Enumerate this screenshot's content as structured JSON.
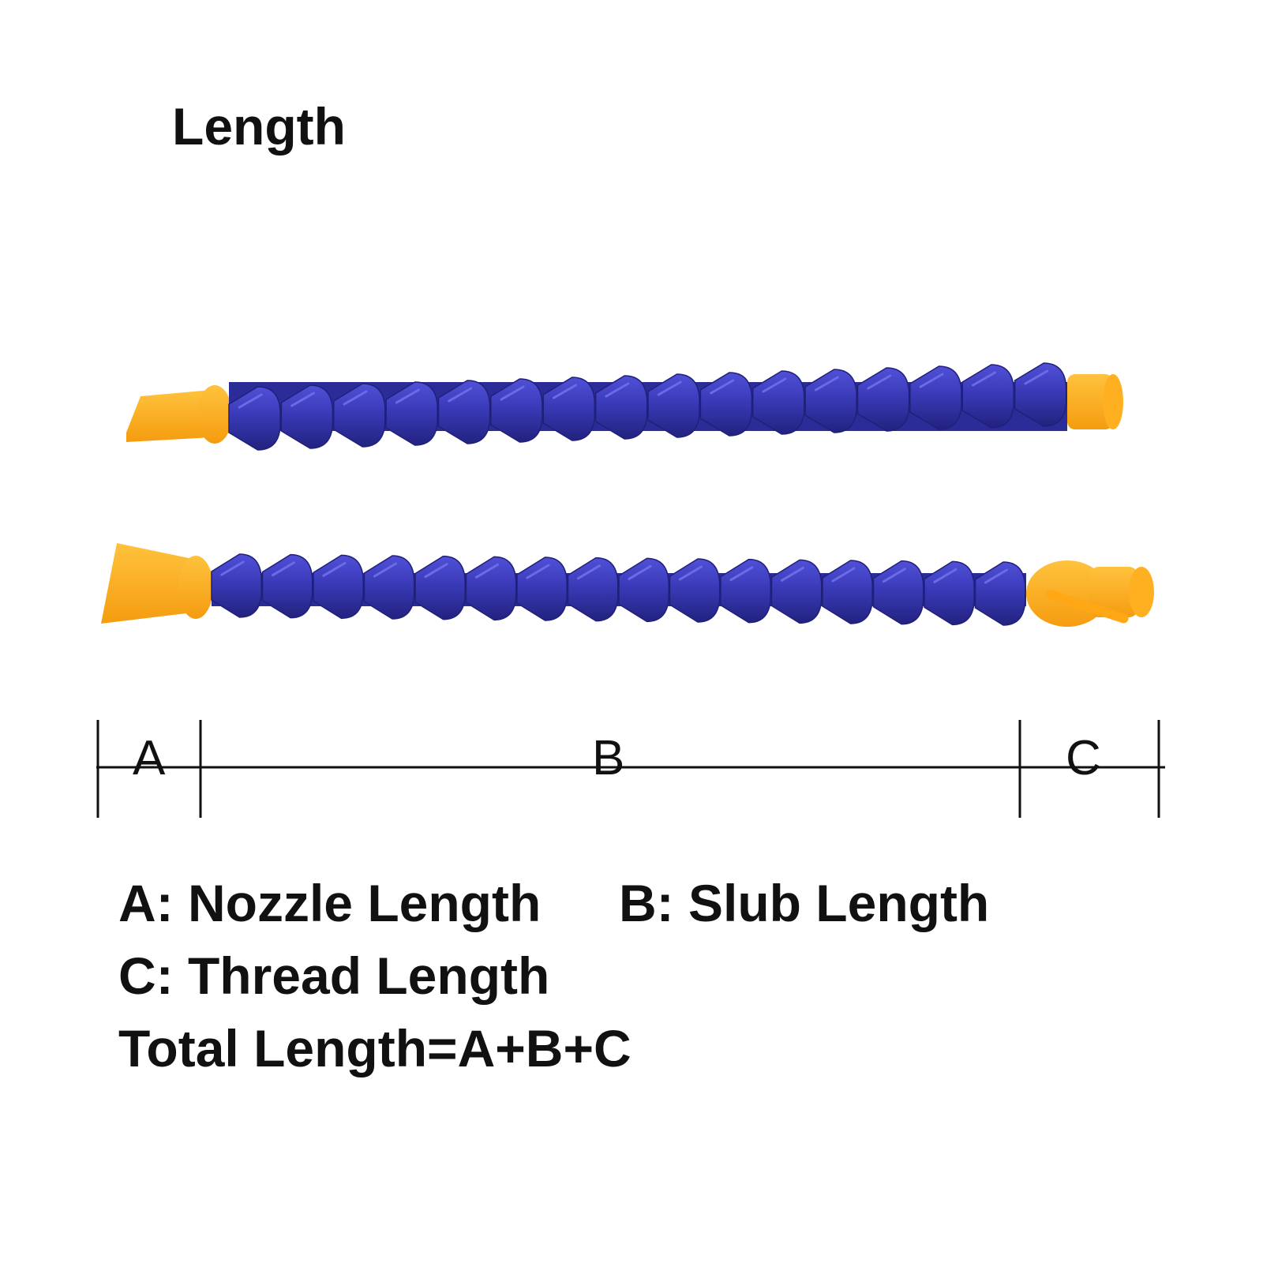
{
  "title": "Length",
  "segments": [
    {
      "key": "A",
      "label": "A"
    },
    {
      "key": "B",
      "label": "B"
    },
    {
      "key": "C",
      "label": "C"
    }
  ],
  "legend": {
    "line1_a": "A: Nozzle Length",
    "line1_b": "B: Slub Length",
    "line2": "C: Thread Length",
    "line3": "Total Length=A+B+C"
  },
  "colors": {
    "hose_blue": "#3a3ab8",
    "hose_blue_dark": "#262690",
    "nozzle_orange": "#ffb020",
    "line": "#111111"
  },
  "hose_segment_count": 16
}
